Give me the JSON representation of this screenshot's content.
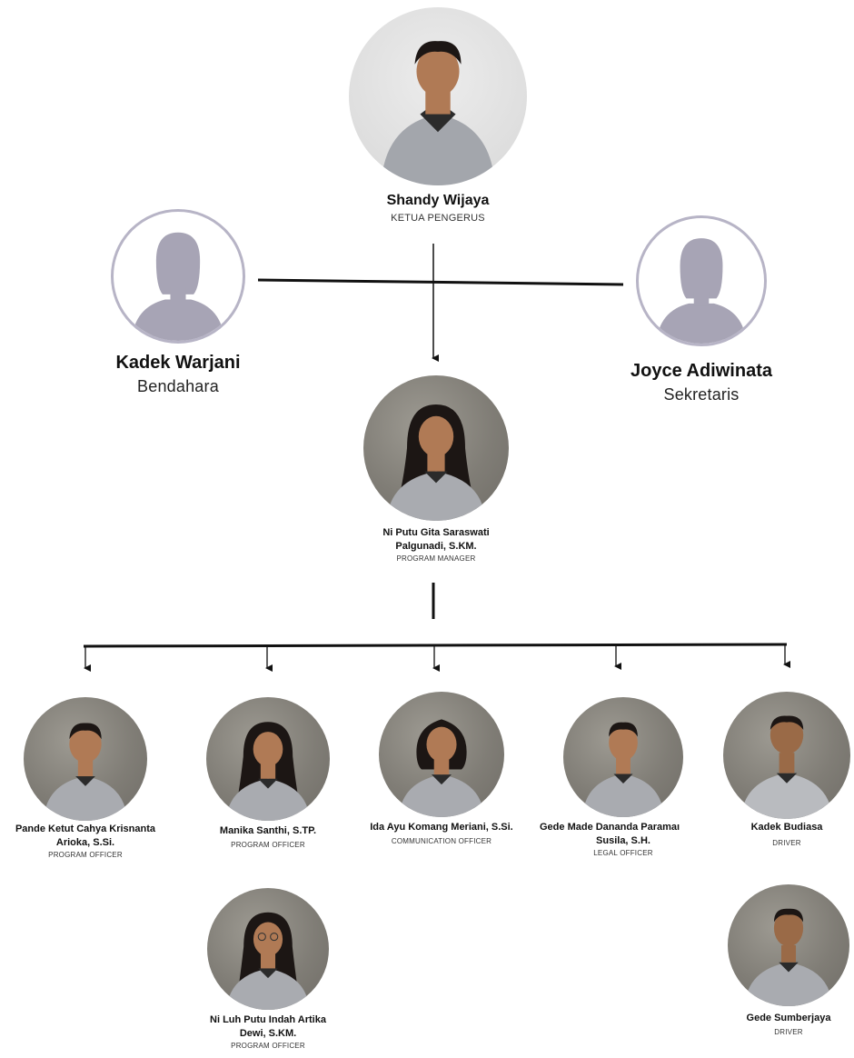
{
  "colors": {
    "line": "#111111",
    "placeholder_ring": "#b7b4c6",
    "placeholder_fill": "#a7a4b5",
    "shirt": "#a9abb0",
    "collar": "#2b2b2b",
    "skin": "#b07a55",
    "hair": "#1c1614"
  },
  "chair": {
    "name": "Shandy Wijaya",
    "role": "KETUA PENGERUS",
    "icon": "person-photo"
  },
  "treasurer": {
    "name": "Kadek Warjani",
    "role": "Bendahara",
    "icon": "person-silhouette-icon"
  },
  "secretary": {
    "name": "Joyce Adiwinata",
    "role": "Sekretaris",
    "icon": "person-silhouette-icon"
  },
  "manager": {
    "name_line1": "Ni Putu Gita Saraswati",
    "name_line2": "Palgunadi, S.KM.",
    "role": "PROGRAM MANAGER"
  },
  "staff": [
    {
      "name_line1": "Pande Ketut Cahya Krisnanta",
      "name_line2": "Arioka, S.Si.",
      "role": "PROGRAM OFFICER"
    },
    {
      "name_line1": "Manika Santhi, S.TP.",
      "name_line2": "",
      "role": "PROGRAM OFFICER"
    },
    {
      "name_line1": "Ida Ayu Komang Meriani, S.Si.",
      "name_line2": "",
      "role": "COMMUNICATION OFFICER"
    },
    {
      "name_line1": "Gede Made Dananda Paramaı",
      "name_line2": "Susila, S.H.",
      "role": "LEGAL OFFICER"
    },
    {
      "name_line1": "Kadek Budiasa",
      "name_line2": "",
      "role": "DRIVER"
    },
    {
      "name_line1": "Ni Luh Putu Indah Artika",
      "name_line2": "Dewi, S.KM.",
      "role": "PROGRAM OFFICER"
    },
    {
      "name_line1": "Gede Sumberjaya",
      "name_line2": "",
      "role": "DRIVER"
    }
  ]
}
